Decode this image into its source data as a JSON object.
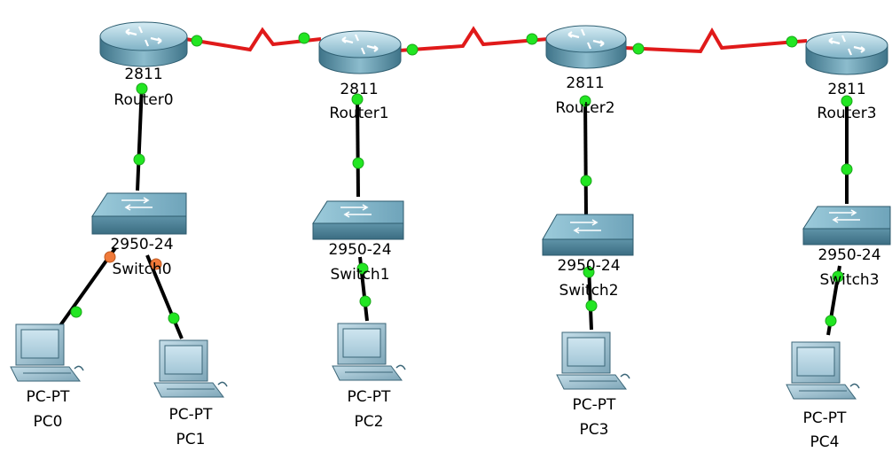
{
  "colors": {
    "serial_link": "#e01a1a",
    "ethernet_link": "#000000",
    "link_up": "#22e622",
    "link_blocking": "#f07a3a"
  },
  "routers": [
    {
      "model": "2811",
      "name": "Router0"
    },
    {
      "model": "2811",
      "name": "Router1"
    },
    {
      "model": "2811",
      "name": "Router2"
    },
    {
      "model": "2811",
      "name": "Router3"
    }
  ],
  "switches": [
    {
      "model": "2950-24",
      "name": "Switch0"
    },
    {
      "model": "2950-24",
      "name": "Switch1"
    },
    {
      "model": "2950-24",
      "name": "Switch2"
    },
    {
      "model": "2950-24",
      "name": "Switch3"
    }
  ],
  "pcs": [
    {
      "model": "PC-PT",
      "name": "PC0"
    },
    {
      "model": "PC-PT",
      "name": "PC1"
    },
    {
      "model": "PC-PT",
      "name": "PC2"
    },
    {
      "model": "PC-PT",
      "name": "PC3"
    },
    {
      "model": "PC-PT",
      "name": "PC4"
    }
  ]
}
